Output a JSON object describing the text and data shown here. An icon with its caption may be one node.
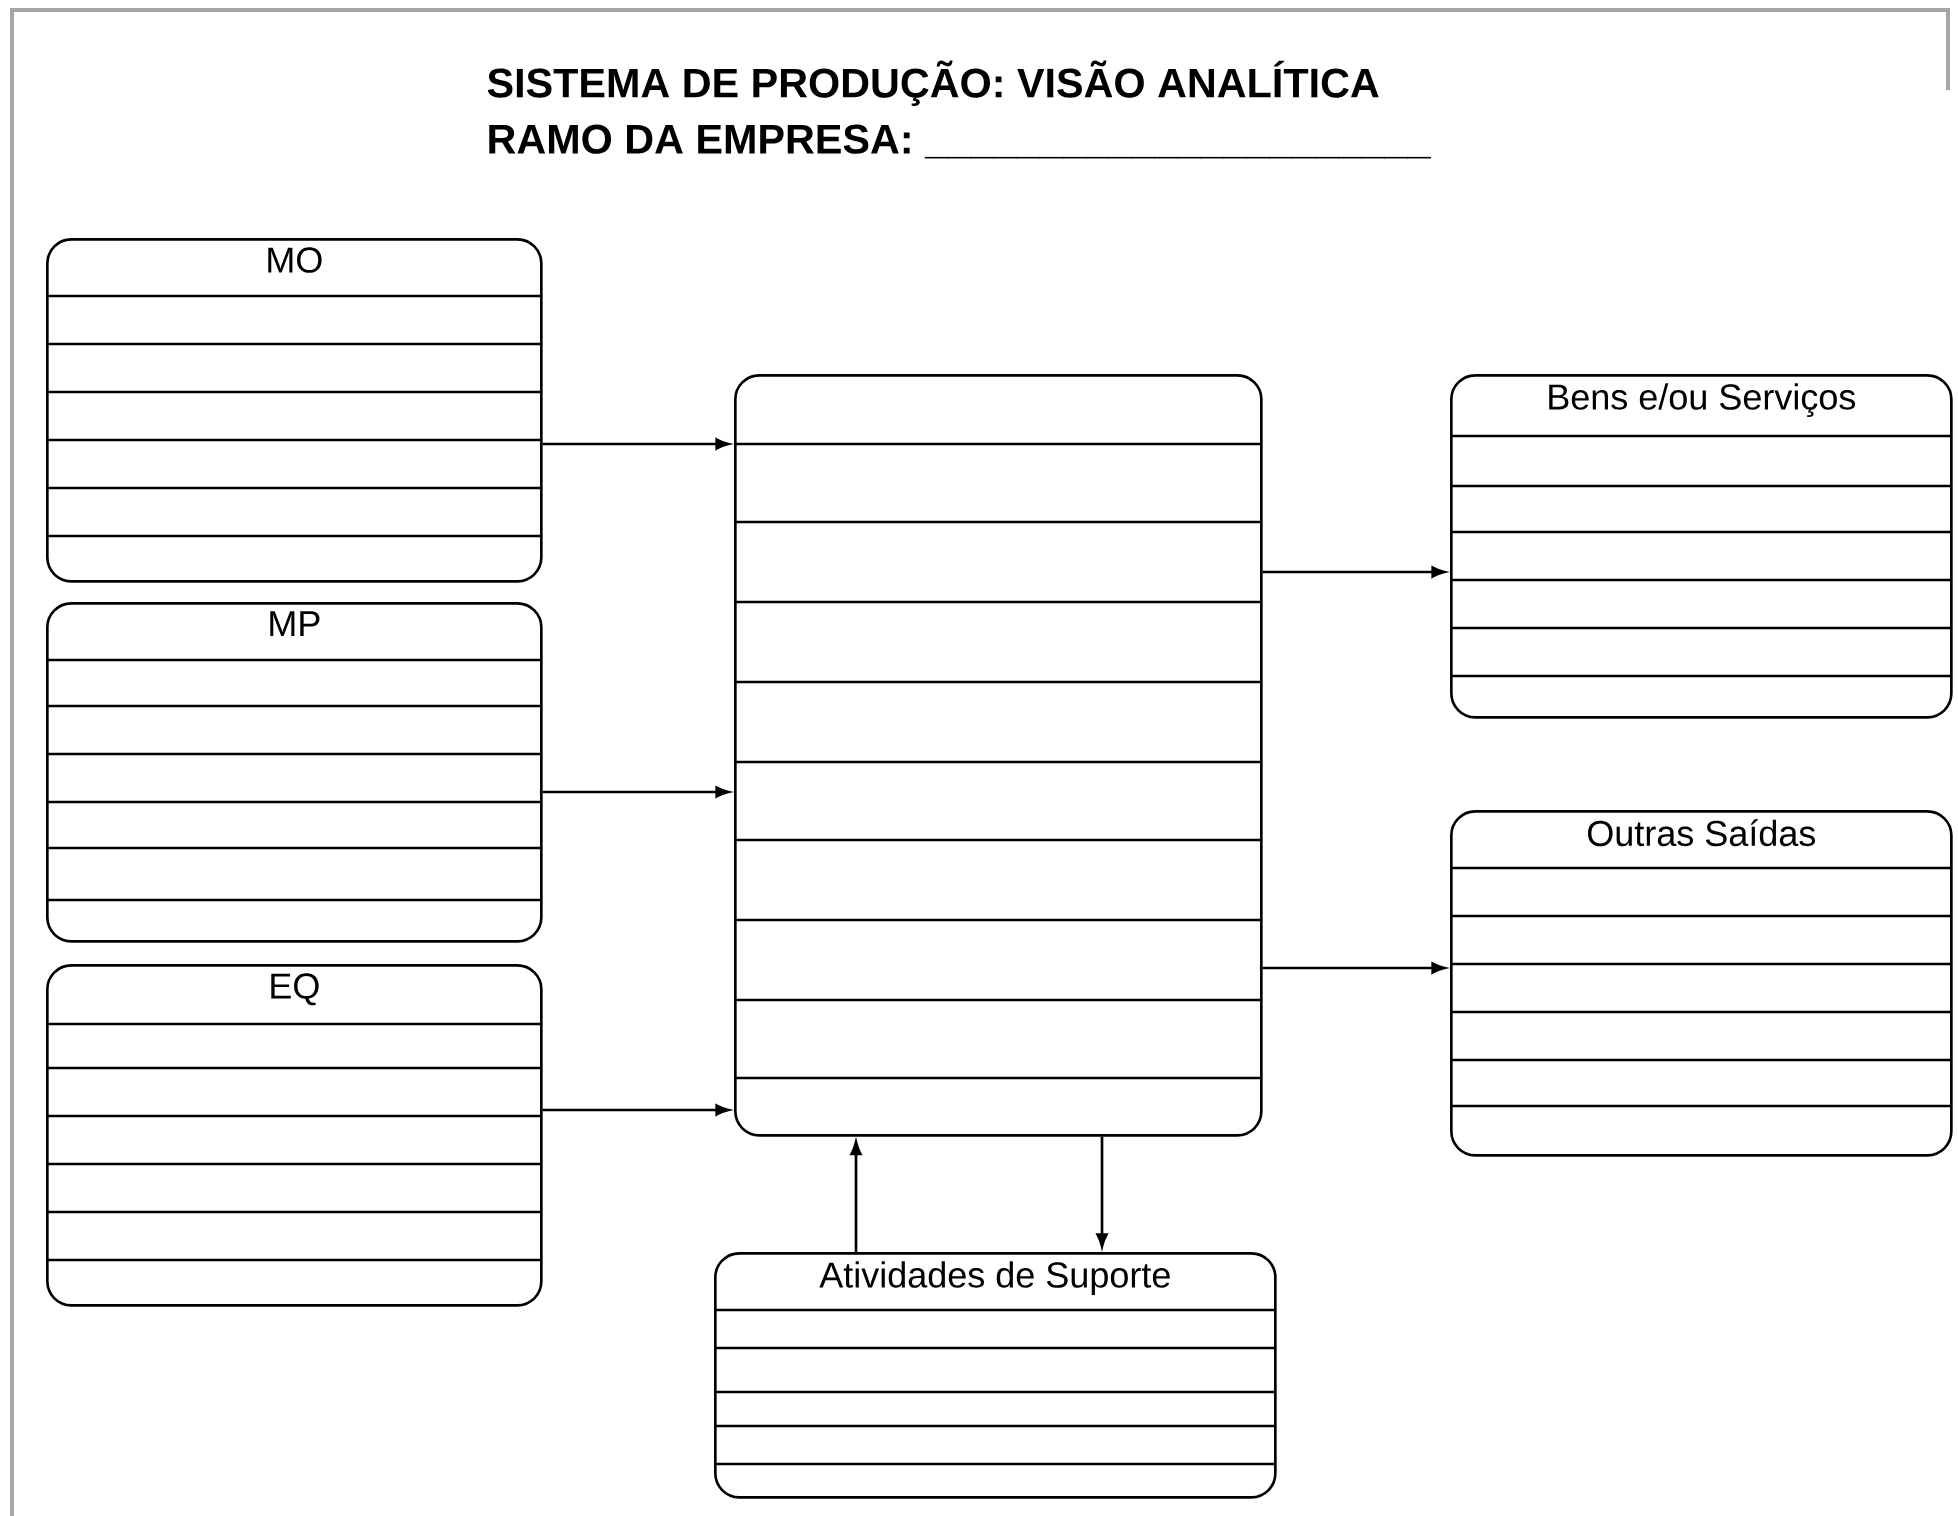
{
  "diagram": {
    "title": "SISTEMA DE PRODUÇÃO: VISÃO ANALÍTICA",
    "nodes": [
      {
        "text": [
          "MO"
        ]
      },
      {
        "text": [
          "MP"
        ]
      },
      {
        "text": [
          "EQ"
        ]
      },
      {
        "text": [],
        "shape": "box"
      },
      {
        "text": [
          "Bens e/ou Serviços"
        ]
      },
      {
        "text": [
          "Outras Saídas"
        ]
      },
      {
        "text": [
          "Atividades de Suporte"
        ]
      }
    ],
    "edges": [
      {
        "from": 0,
        "to": 3,
        "arrow": "to"
      },
      {
        "from": 1,
        "to": 3,
        "arrow": "to"
      },
      {
        "from": 2,
        "to": 3,
        "arrow": "to"
      },
      {
        "from": 3,
        "to": 4,
        "arrow": "to"
      },
      {
        "from": 3,
        "to": 5,
        "arrow": "to"
      },
      {
        "from": 6,
        "to": 3,
        "arrow": "to"
      },
      {
        "from": 3,
        "to": 6,
        "arrow": "to"
      }
    ],
    "labels": [
      "RAMO DA EMPRESA: ______________________"
    ]
  }
}
